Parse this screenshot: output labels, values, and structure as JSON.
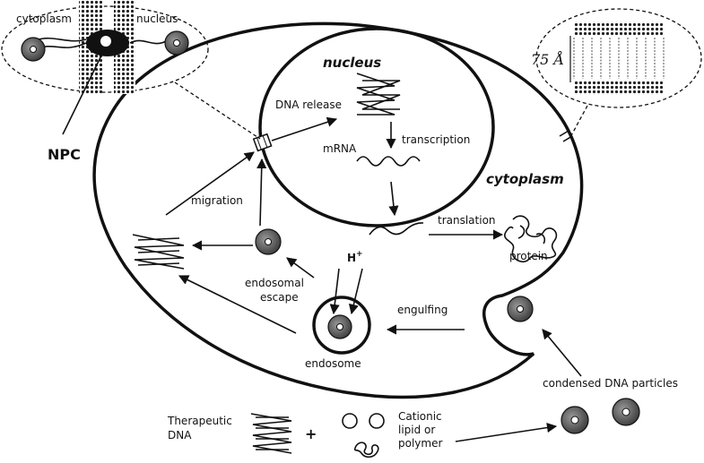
{
  "labels": {
    "inset_cytoplasm": "cytoplasm",
    "inset_nucleus": "nucleus",
    "npc": "NPC",
    "membrane_thickness": "75 Å",
    "nucleus": "nucleus",
    "cytoplasm": "cytoplasm",
    "dna_release": "DNA release",
    "mrna": "mRNA",
    "transcription": "transcription",
    "migration": "migration",
    "translation": "translation",
    "protein": "protein",
    "h_plus": "H",
    "h_plus_sup": "+",
    "endosomal_escape_1": "endosomal",
    "endosomal_escape_2": "escape",
    "engulfing": "engulfing",
    "endosome": "endosome",
    "condensed_dna_particles": "condensed DNA particles",
    "therapeutic_1": "Therapeutic",
    "therapeutic_2": "DNA",
    "plus": "+",
    "cationic_1": "Cationic",
    "cationic_2": "lipid or",
    "cationic_3": "polymer"
  },
  "icons": [
    "dna-particle-icon",
    "dna-coil-icon",
    "protein-icon",
    "nuclear-pore-icon",
    "lipid-bilayer-icon"
  ],
  "colors": {
    "ink": "#111111",
    "particle_fill": "#555555",
    "background": "#ffffff"
  }
}
